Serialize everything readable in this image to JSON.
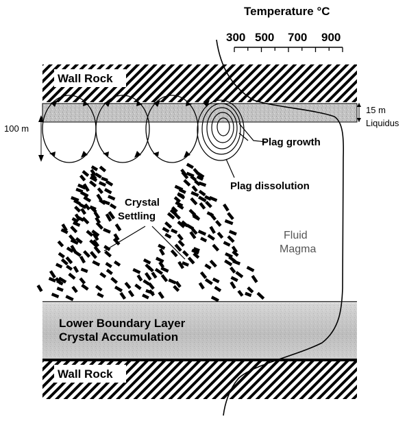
{
  "temperature_axis": {
    "title": "Temperature °C",
    "ticks": [
      "300",
      "500",
      "700",
      "900"
    ]
  },
  "labels": {
    "wall_rock_top": "Wall Rock",
    "wall_rock_bottom": "Wall Rock",
    "thickness_100m": "100 m",
    "thickness_15m": "15 m",
    "liquidus": "Liquidus",
    "plag_growth": "Plag growth",
    "plag_dissolution": "Plag dissolution",
    "crystal_settling_line1": "Crystal",
    "crystal_settling_line2": "Settling",
    "fluid_magma_line1": "Fluid",
    "fluid_magma_line2": "Magma",
    "lower_boundary_line1": "Lower Boundary Layer",
    "lower_boundary_line2": "Crystal Accumulation"
  },
  "colors": {
    "hatch": "#000000",
    "boundary_layer": "#bdbdbd",
    "crystal": "#000000"
  }
}
